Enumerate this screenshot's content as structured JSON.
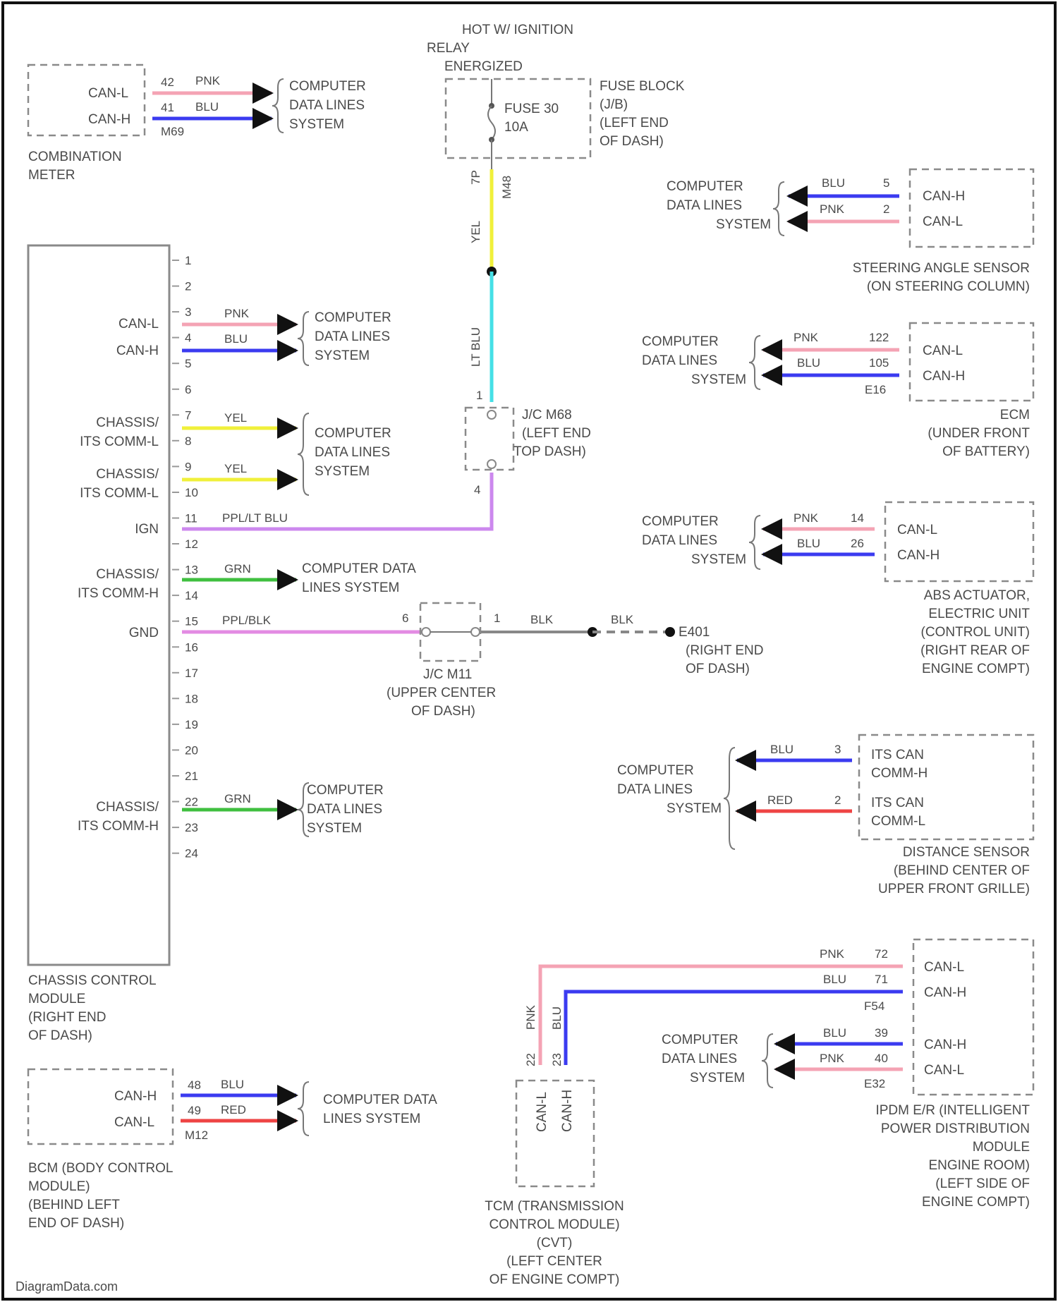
{
  "colors": {
    "PNK": "#f4a3b4",
    "BLU": "#3b3bf0",
    "YEL": "#f0f03a",
    "LT BLU": "#46e0e6",
    "PPL": "#cc88ee",
    "PPL/BLK": "#e38be3",
    "GRN": "#3fbf3f",
    "RED": "#ee4444",
    "BLK": "#888888"
  },
  "top": {
    "hot_label": [
      "HOT W/ IGNITION",
      "RELAY",
      "ENERGIZED"
    ],
    "fuse_block": [
      "FUSE BLOCK",
      "(J/B)",
      "(LEFT END",
      "OF DASH)"
    ],
    "fuse": [
      "FUSE 30",
      "10A"
    ],
    "wire_top_pin": "7P",
    "wire_top_conn": "M48",
    "wire_color": "YEL",
    "wire_lower_color": "LT BLU",
    "jc_m68": [
      "J/C M68",
      "(LEFT END",
      "TOP DASH)"
    ],
    "jc_m68_pin_top": "1",
    "jc_m68_pin_bottom": "4"
  },
  "combination_meter": {
    "name": [
      "COMBINATION",
      "METER"
    ],
    "wires": [
      {
        "label": "CAN-L",
        "pin": "42",
        "color": "PNK"
      },
      {
        "label": "CAN-H",
        "pin": "41",
        "color": "BLU"
      }
    ],
    "connector": "M69",
    "dest": [
      "COMPUTER",
      "DATA LINES",
      "SYSTEM"
    ]
  },
  "chassis_control_module": {
    "name": [
      "CHASSIS CONTROL",
      "MODULE",
      "(RIGHT END",
      "OF DASH)"
    ],
    "pins": [
      "1",
      "2",
      "3",
      "4",
      "5",
      "6",
      "7",
      "8",
      "9",
      "10",
      "11",
      "12",
      "13",
      "14",
      "15",
      "16",
      "17",
      "18",
      "19",
      "20",
      "21",
      "22",
      "23",
      "24"
    ],
    "labels": {
      "can_l": "CAN-L",
      "can_h": "CAN-H",
      "chassis_l1": [
        "CHASSIS/",
        "ITS COMM-L"
      ],
      "chassis_l2": [
        "CHASSIS/",
        "ITS COMM-L"
      ],
      "ign": "IGN",
      "chassis_h1": [
        "CHASSIS/",
        "ITS COMM-H"
      ],
      "gnd": "GND",
      "chassis_h2": [
        "CHASSIS/",
        "ITS COMM-H"
      ]
    },
    "wire_colors": {
      "p3": "PNK",
      "p4": "BLU",
      "p7": "YEL",
      "p8": "YEL",
      "p10": "PPL/LT BLU",
      "p11": "GRN",
      "p12": "PPL/BLK",
      "p19": "GRN"
    },
    "dest_3line": [
      "COMPUTER",
      "DATA LINES",
      "SYSTEM"
    ],
    "dest_2line": [
      "COMPUTER DATA",
      "LINES SYSTEM"
    ]
  },
  "ground": {
    "jc_m11": [
      "J/C M11",
      "(UPPER CENTER",
      "OF DASH)"
    ],
    "pin_in": "6",
    "pin_out": "1",
    "wire1": "BLK",
    "wire2": "BLK",
    "ground_id": [
      "E401",
      "(RIGHT END",
      "OF DASH)"
    ]
  },
  "steering_angle_sensor": {
    "name": [
      "STEERING ANGLE SENSOR",
      "(ON STEERING COLUMN)"
    ],
    "dest": [
      "COMPUTER",
      "DATA LINES",
      "SYSTEM"
    ],
    "wires": [
      {
        "color": "BLU",
        "pin": "5",
        "label": "CAN-H"
      },
      {
        "color": "PNK",
        "pin": "2",
        "label": "CAN-L"
      }
    ]
  },
  "ecm": {
    "name": [
      "ECM",
      "(UNDER FRONT",
      "OF BATTERY)"
    ],
    "dest": [
      "COMPUTER",
      "DATA LINES",
      "SYSTEM"
    ],
    "wires": [
      {
        "color": "PNK",
        "pin": "122",
        "label": "CAN-L"
      },
      {
        "color": "BLU",
        "pin": "105",
        "label": "CAN-H"
      }
    ],
    "connector": "E16"
  },
  "abs": {
    "name": [
      "ABS ACTUATOR,",
      "ELECTRIC UNIT",
      "(CONTROL UNIT)",
      "(RIGHT REAR OF",
      "ENGINE COMPT)"
    ],
    "dest": [
      "COMPUTER",
      "DATA LINES",
      "SYSTEM"
    ],
    "wires": [
      {
        "color": "PNK",
        "pin": "14",
        "label": "CAN-L"
      },
      {
        "color": "BLU",
        "pin": "26",
        "label": "CAN-H"
      }
    ]
  },
  "distance_sensor": {
    "name": [
      "DISTANCE SENSOR",
      "(BEHIND CENTER OF",
      "UPPER FRONT GRILLE)"
    ],
    "dest": [
      "COMPUTER",
      "DATA LINES",
      "SYSTEM"
    ],
    "wires": [
      {
        "color": "BLU",
        "pin": "3",
        "label": [
          "ITS CAN",
          "COMM-H"
        ]
      },
      {
        "color": "RED",
        "pin": "2",
        "label": [
          "ITS CAN",
          "COMM-L"
        ]
      }
    ]
  },
  "ipdm": {
    "name": [
      "IPDM E/R (INTELLIGENT",
      "POWER DISTRIBUTION",
      "MODULE",
      "ENGINE ROOM)",
      "(LEFT SIDE OF",
      "ENGINE COMPT)"
    ],
    "top_wires": [
      {
        "color": "PNK",
        "pin": "72",
        "label": "CAN-L"
      },
      {
        "color": "BLU",
        "pin": "71",
        "label": "CAN-H"
      }
    ],
    "top_connector": "F54",
    "bottom_wires": [
      {
        "color": "BLU",
        "pin": "39",
        "label": "CAN-H"
      },
      {
        "color": "PNK",
        "pin": "40",
        "label": "CAN-L"
      }
    ],
    "bottom_connector": "E32",
    "dest": [
      "COMPUTER",
      "DATA LINES",
      "SYSTEM"
    ]
  },
  "tcm": {
    "name": [
      "TCM (TRANSMISSION",
      "CONTROL MODULE)",
      "(CVT)",
      "(LEFT CENTER",
      "OF ENGINE COMPT)"
    ],
    "wires": [
      {
        "color": "PNK",
        "pin": "22",
        "label": "CAN-L"
      },
      {
        "color": "BLU",
        "pin": "23",
        "label": "CAN-H"
      }
    ]
  },
  "bcm": {
    "name": [
      "BCM (BODY CONTROL",
      "MODULE)",
      "(BEHIND LEFT",
      "END OF DASH)"
    ],
    "wires": [
      {
        "label": "CAN-H",
        "pin": "48",
        "color": "BLU"
      },
      {
        "label": "CAN-L",
        "pin": "49",
        "color": "RED"
      }
    ],
    "connector": "M12",
    "dest": [
      "COMPUTER DATA",
      "LINES SYSTEM"
    ]
  },
  "footer": "DiagramData.com"
}
